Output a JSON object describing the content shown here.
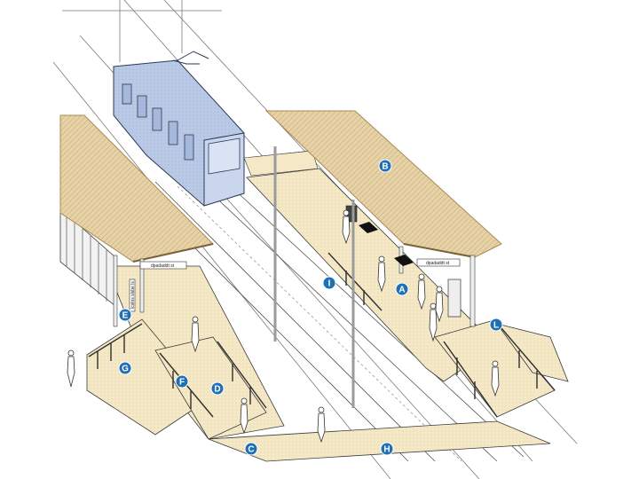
{
  "colors": {
    "callout": "#1f6fb5",
    "roof": "#e6d2a6",
    "roof_line": "#a88a55",
    "platform": "#f4e8c6",
    "tram_body": "#b9c9e6",
    "tram_line": "#2b3a55",
    "pole": "#9a9a9a",
    "line": "#3a3a3a"
  },
  "signs": {
    "left_station": "dpadaddt st",
    "right_station": "dpadaddt st",
    "left_vertical": "lcstns slsbe ls"
  },
  "callouts": [
    {
      "id": "A",
      "label": "A"
    },
    {
      "id": "B",
      "label": "B"
    },
    {
      "id": "C",
      "label": "C"
    },
    {
      "id": "D",
      "label": "D"
    },
    {
      "id": "E",
      "label": "E"
    },
    {
      "id": "F",
      "label": "F"
    },
    {
      "id": "G",
      "label": "G"
    },
    {
      "id": "H",
      "label": "H"
    },
    {
      "id": "I",
      "label": "I"
    },
    {
      "id": "L",
      "label": "L"
    }
  ]
}
